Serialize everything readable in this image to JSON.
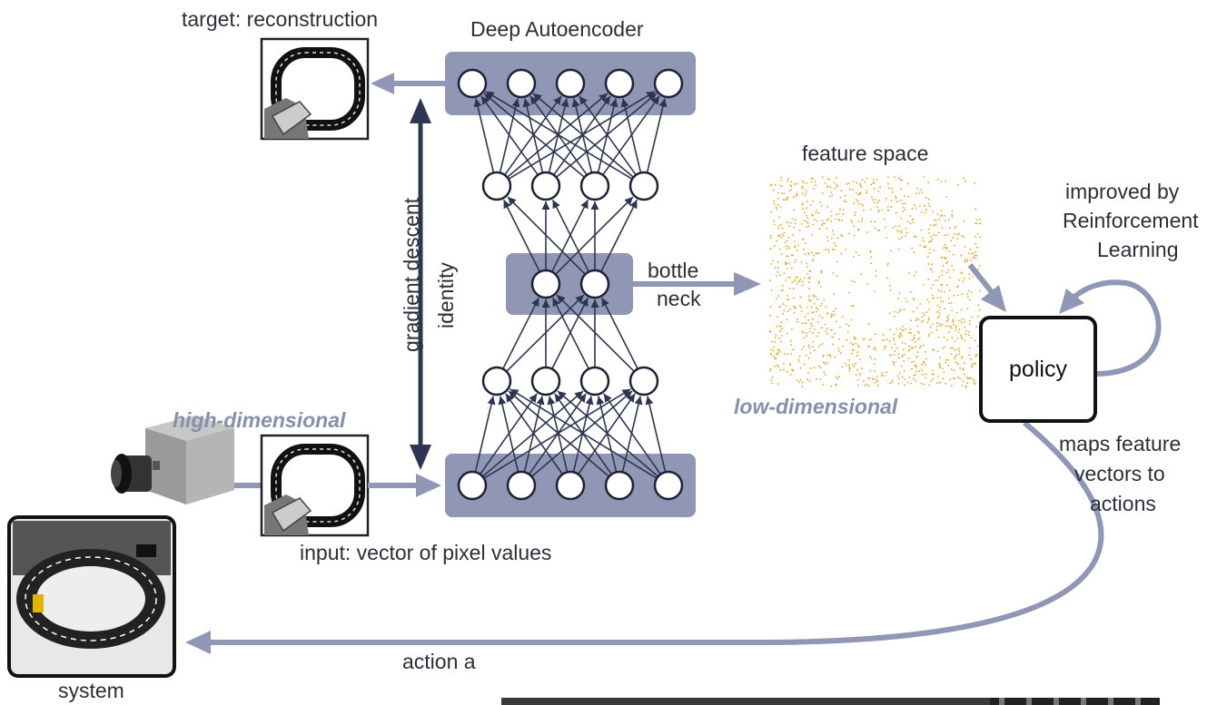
{
  "title": "Deep Autoencoder",
  "labels": {
    "target": "target: reconstruction",
    "input": "input: vector of pixel values",
    "high_dim": "high-dimensional",
    "low_dim": "low-dimensional",
    "feature_space": "feature space",
    "bottle": "bottle",
    "neck": "neck",
    "gradient_descent": "gradient descent",
    "identity": "identity",
    "improved_line1": "improved by",
    "improved_line2": "Reinforcement",
    "improved_line3": "Learning",
    "policy": "policy",
    "maps_line1": "maps feature",
    "maps_line2": "vectors to",
    "maps_line3": "actions",
    "action": "action a",
    "system": "system"
  },
  "network": {
    "layers": [
      5,
      4,
      2,
      4,
      5
    ]
  },
  "colors": {
    "box": "#8f97b5",
    "arrow": "#8f97b5",
    "dark_arrow": "#2e3552",
    "emph_text": "#8690aa",
    "feature_dots": "#e8a21a"
  },
  "icons": [
    "camera-icon",
    "track-image-icon",
    "race-track-photo-icon"
  ]
}
